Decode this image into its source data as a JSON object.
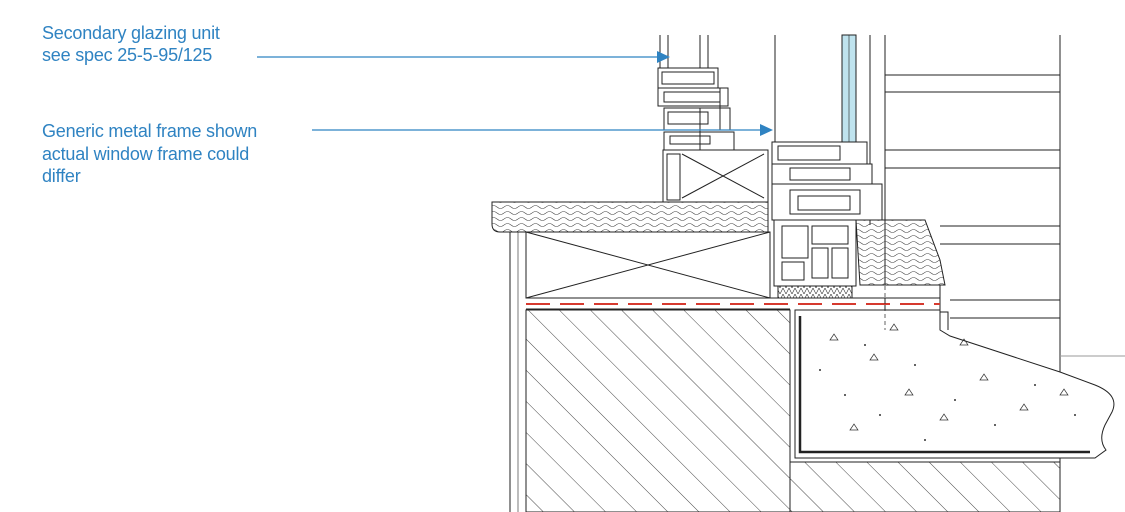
{
  "annotations": {
    "secondary_glazing": {
      "line1": "Secondary glazing unit",
      "line2": "see spec 25-5-95/125"
    },
    "metal_frame": {
      "line1": "Generic metal frame shown",
      "line2": "actual window frame could",
      "line3": "differ"
    }
  },
  "colors": {
    "annotation": "#2f83c2",
    "lines": "#1a1a1a",
    "membrane": "#d63a2f",
    "glass": "#bfe3ee"
  }
}
